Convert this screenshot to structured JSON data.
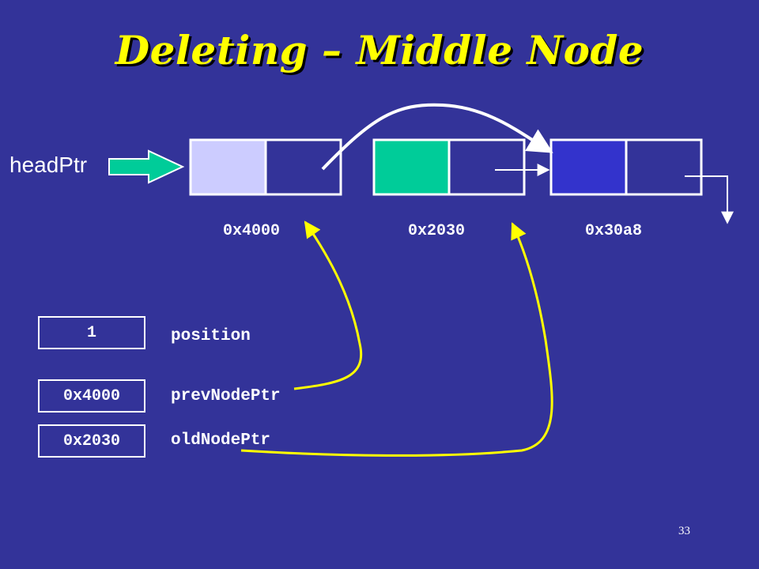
{
  "title": "Deleting – Middle Node",
  "head_pointer": {
    "label": "headPtr"
  },
  "nodes": [
    {
      "address": "0x4000",
      "data_color": "#ccccff"
    },
    {
      "address": "0x2030",
      "data_color": "#00cc99"
    },
    {
      "address": "0x30a8",
      "data_color": "#3333cc"
    }
  ],
  "variables": [
    {
      "value": "1",
      "name": "position"
    },
    {
      "value": "0x4000",
      "name": "prevNodePtr"
    },
    {
      "value": "0x2030",
      "name": "oldNodePtr"
    }
  ],
  "slide_number": "33",
  "colors": {
    "background": "#333399",
    "title": "#ffff00",
    "pointer_arrow": "#00cc99",
    "annotation_arrow": "#ffff00",
    "line": "#ffffff"
  }
}
